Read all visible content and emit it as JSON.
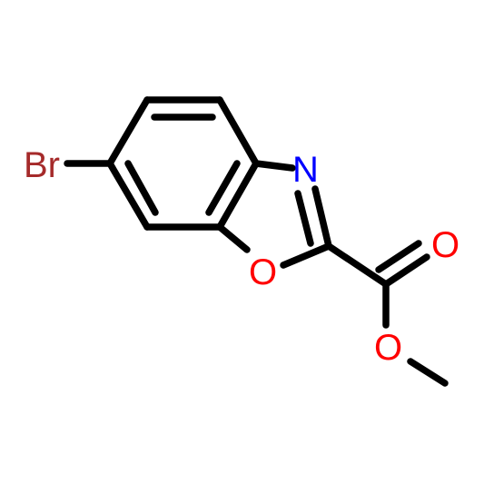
{
  "molecule": {
    "atoms": [
      {
        "id": "br",
        "symbol": "Br",
        "color": "#a52a2a"
      },
      {
        "id": "n",
        "symbol": "N",
        "color": "#0000ff"
      },
      {
        "id": "o_ring",
        "symbol": "O",
        "color": "#ff0000"
      },
      {
        "id": "o_carbonyl",
        "symbol": "O",
        "color": "#ff0000"
      },
      {
        "id": "o_ester",
        "symbol": "O",
        "color": "#ff0000"
      }
    ],
    "bond_color": "#000000",
    "background": "#ffffff"
  }
}
